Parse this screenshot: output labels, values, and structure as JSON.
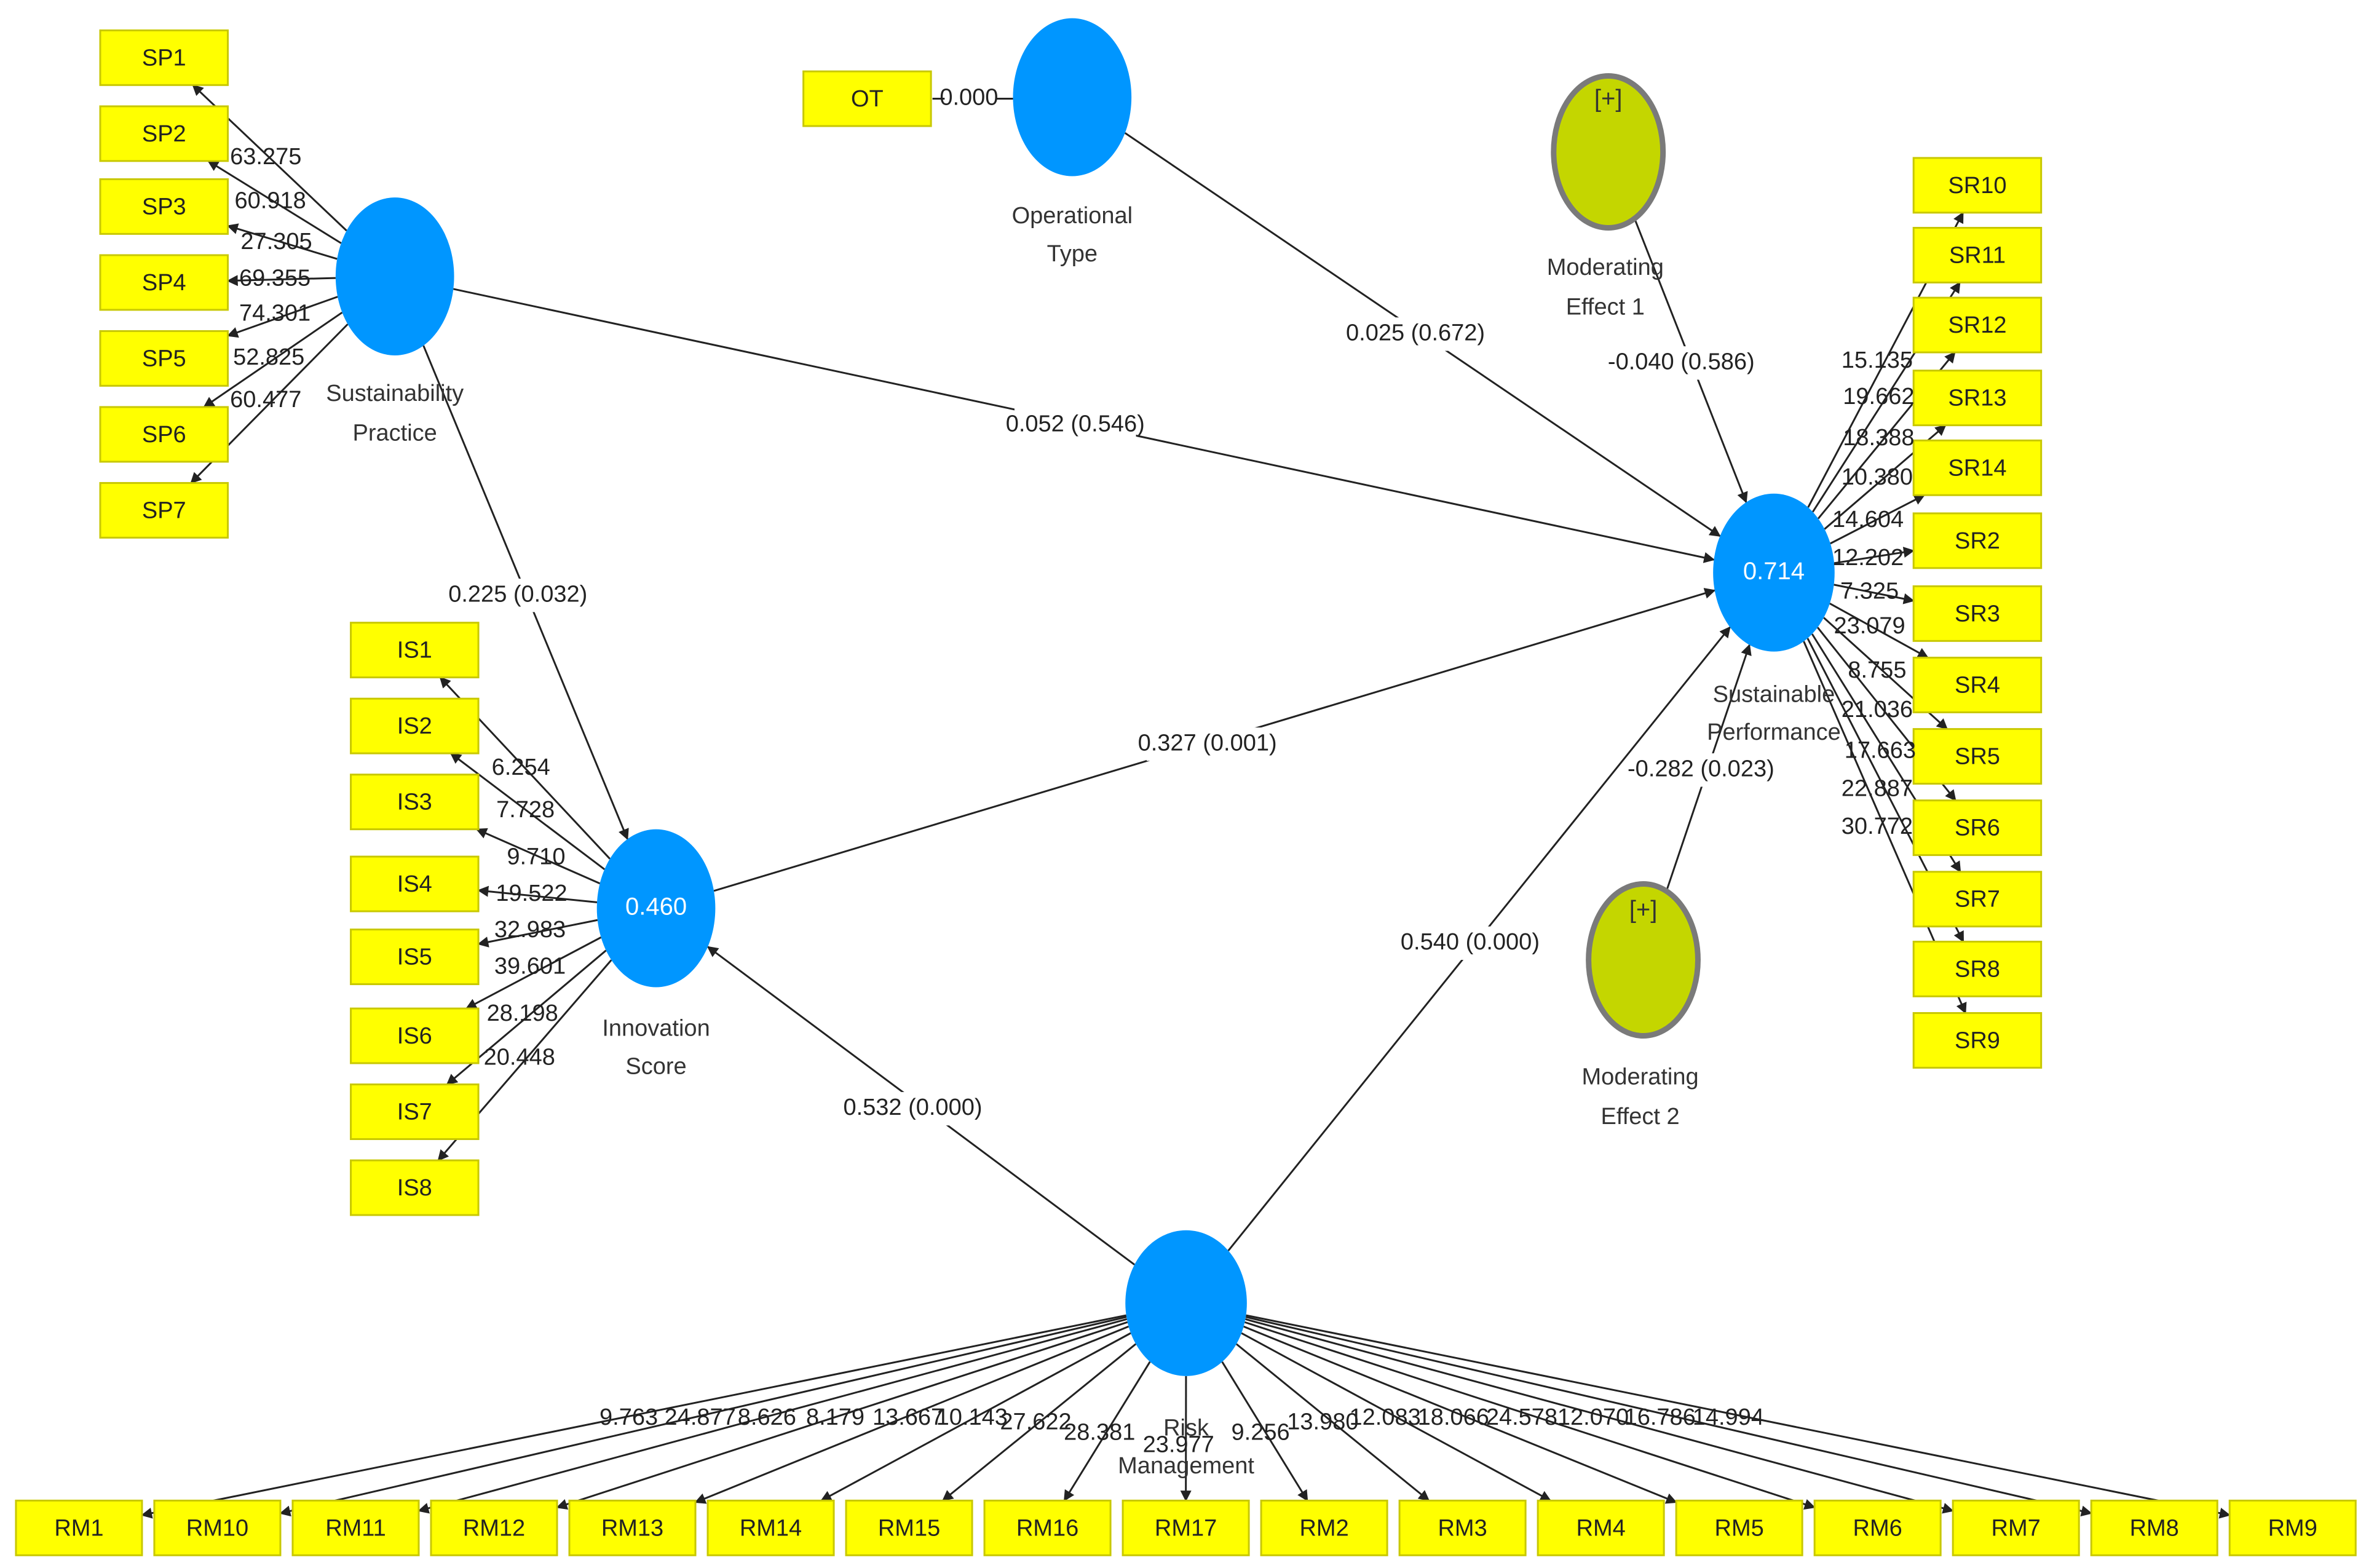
{
  "latent_variables": {
    "operational_type": {
      "label_lines": [
        "Operational",
        "Type"
      ]
    },
    "sustainability_practice": {
      "label_lines": [
        "Sustainability",
        "Practice"
      ]
    },
    "innovation_score": {
      "value": "0.460",
      "label_lines": [
        "Innovation",
        "Score"
      ]
    },
    "sustainable_performance": {
      "value": "0.714",
      "label_lines": [
        "Sustainable",
        "Performance"
      ]
    },
    "risk_management": {
      "label_lines": [
        "Risk",
        "Management"
      ]
    },
    "moderating_effect_1": {
      "symbol": "[+]",
      "label_lines": [
        "Moderating",
        "Effect 1"
      ]
    },
    "moderating_effect_2": {
      "symbol": "[+]",
      "label_lines": [
        "Moderating",
        "Effect 2"
      ]
    }
  },
  "indicators": {
    "ot": [
      "OT"
    ],
    "sp": [
      "SP1",
      "SP2",
      "SP3",
      "SP4",
      "SP5",
      "SP6",
      "SP7"
    ],
    "is": [
      "IS1",
      "IS2",
      "IS3",
      "IS4",
      "IS5",
      "IS6",
      "IS7",
      "IS8"
    ],
    "sr": [
      "SR10",
      "SR11",
      "SR12",
      "SR13",
      "SR14",
      "SR2",
      "SR3",
      "SR4",
      "SR5",
      "SR6",
      "SR7",
      "SR8",
      "SR9"
    ],
    "rm": [
      "RM1",
      "RM10",
      "RM11",
      "RM12",
      "RM13",
      "RM14",
      "RM15",
      "RM16",
      "RM17",
      "RM2",
      "RM3",
      "RM4",
      "RM5",
      "RM6",
      "RM7",
      "RM8",
      "RM9"
    ]
  },
  "outer_loadings": {
    "ot": [
      "0.000"
    ],
    "sp": [
      "63.275",
      "60.918",
      "27.305",
      "69.355",
      "74.301",
      "52.825",
      "60.477"
    ],
    "is": [
      "6.254",
      "7.728",
      "9.710",
      "19.522",
      "32.983",
      "39.601",
      "28.198",
      "20.448"
    ],
    "sr": [
      "15.135",
      "19.662",
      "18.388",
      "10.380",
      "14.604",
      "12.202",
      "7.325",
      "23.079",
      "8.755",
      "21.036",
      "17.663",
      "22.887",
      "30.772"
    ],
    "rm": [
      "9.763",
      "24.877",
      "8.626",
      "8.179",
      "13.667",
      "10.143",
      "27.622",
      "28.381",
      "23.977",
      "9.256",
      "13.980",
      "12.083",
      "18.066",
      "24.578",
      "12.070",
      "16.786",
      "14.994"
    ]
  },
  "paths": {
    "ot_to_perf": "0.025 (0.672)",
    "sp_to_perf": "0.052 (0.546)",
    "sp_to_is": "0.225 (0.032)",
    "is_to_perf": "0.327 (0.001)",
    "rm_to_is": "0.532 (0.000)",
    "rm_to_perf": "0.540 (0.000)",
    "me1_to_perf": "-0.040 (0.586)",
    "me2_to_perf": "-0.282 (0.023)"
  },
  "colors": {
    "latent_node": "#0096ff",
    "moderator_node": "#c4d600",
    "indicator_box": "#ffff00"
  }
}
